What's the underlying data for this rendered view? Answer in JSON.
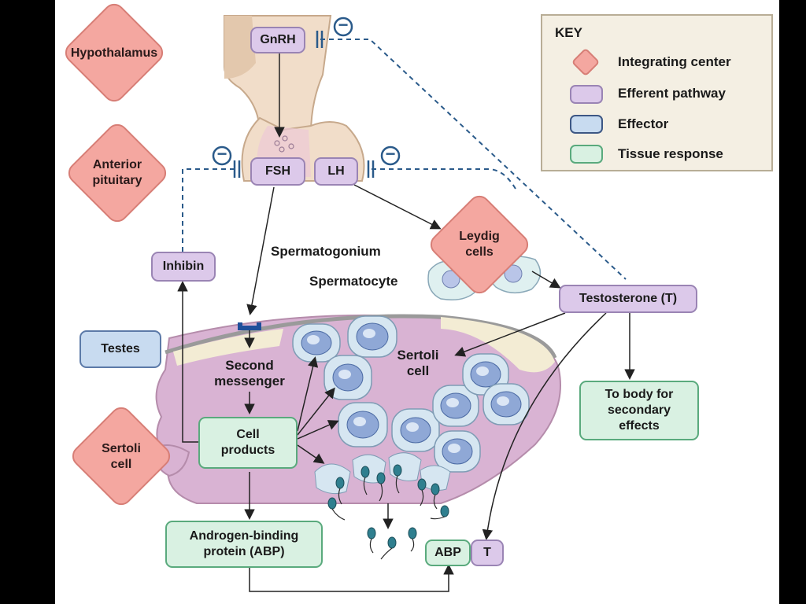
{
  "labels": {
    "hypothalamus": "Hypothalamus",
    "anterior_pituitary": "Anterior pituitary",
    "leydig_cells": "Leydig cells",
    "sertoli_cell_center": "Sertoli cell",
    "sertoli_cell_side": "Sertoli cell",
    "gnrh": "GnRH",
    "fsh": "FSH",
    "lh": "LH",
    "inhibin": "Inhibin",
    "testosterone": "Testosterone (T)",
    "testes": "Testes",
    "spermatogonium": "Spermatogonium",
    "spermatocyte": "Spermatocyte",
    "second_messenger": "Second messenger",
    "cell_products": "Cell products",
    "to_body": "To body for secondary effects",
    "abp_box": "Androgen-binding protein (ABP)",
    "abp": "ABP",
    "t": "T",
    "minus": "−"
  },
  "key": {
    "title": "KEY",
    "items": [
      {
        "label": "Integrating center",
        "shape": "diamond",
        "color": "#f4a7a0"
      },
      {
        "label": "Efferent pathway",
        "shape": "rounded-box",
        "color": "#dcc9ea"
      },
      {
        "label": "Effector",
        "shape": "rounded-box",
        "color": "#c8dbf0"
      },
      {
        "label": "Tissue response",
        "shape": "rounded-box",
        "color": "#d9f1e2"
      }
    ]
  },
  "colors": {
    "integrating_center": "#f4a7a0",
    "efferent_pathway": "#dcc9ea",
    "effector": "#c8dbf0",
    "tissue_response": "#d9f1e2",
    "testis_tissue": "#d9b3d3",
    "pituitary_tissue": "#f1ddc9",
    "inhibition_line": "#2a5a8a"
  }
}
